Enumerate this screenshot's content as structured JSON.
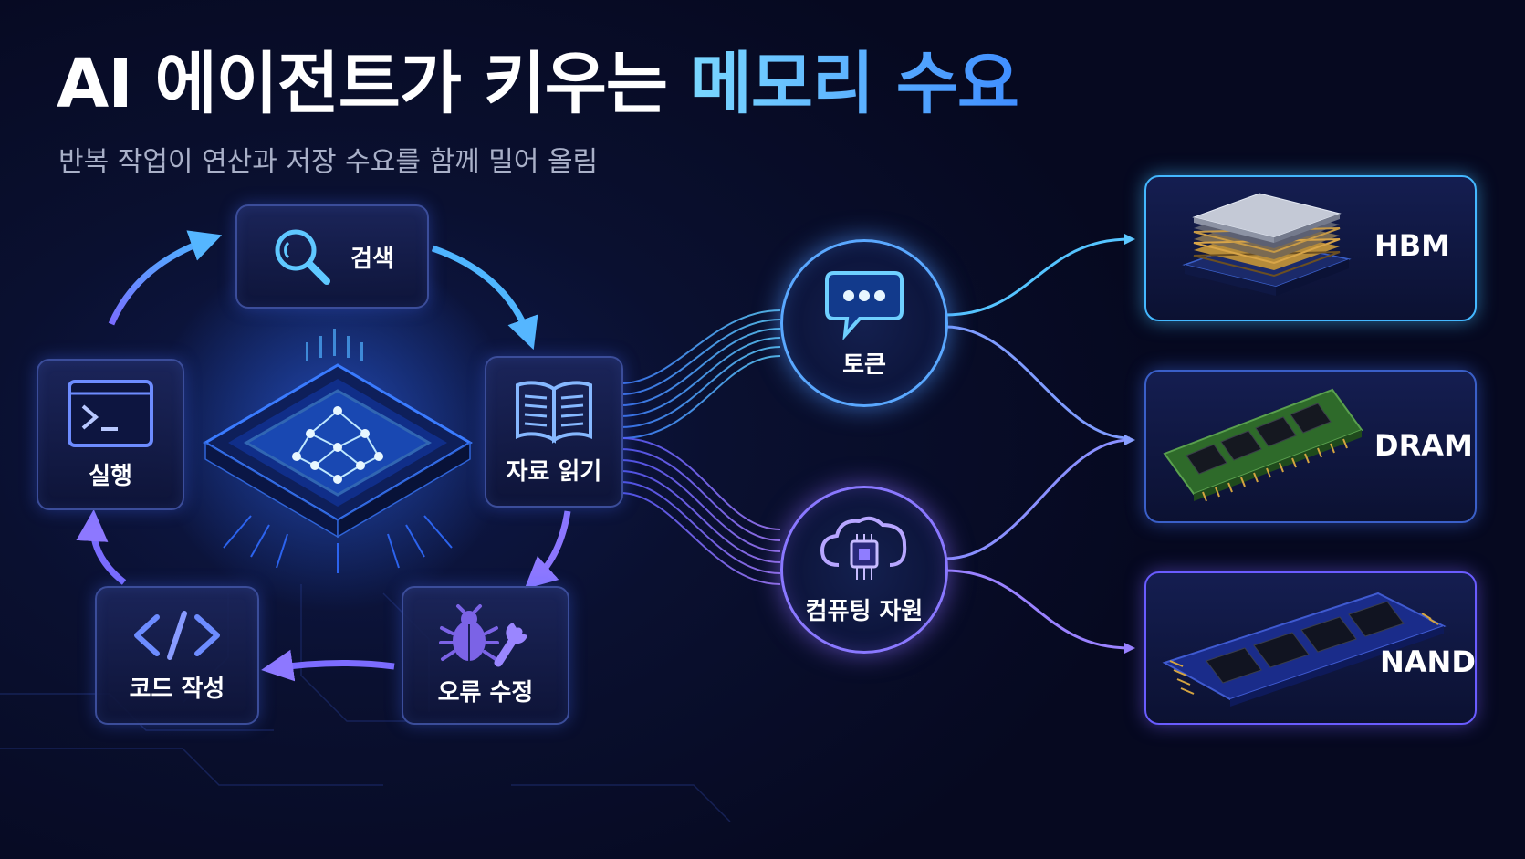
{
  "header": {
    "title_main": "AI 에이전트가 키우는",
    "title_highlight": "메모리 수요",
    "subtitle": "반복 작업이 연산과 저장 수요를 함께 밀어 올림"
  },
  "cycle": {
    "steps": [
      {
        "label": "검색",
        "icon": "search-icon"
      },
      {
        "label": "자료 읽기",
        "icon": "book-icon"
      },
      {
        "label": "오류 수정",
        "icon": "bug-wrench-icon"
      },
      {
        "label": "코드 작성",
        "icon": "code-icon"
      },
      {
        "label": "실행",
        "icon": "terminal-icon"
      }
    ],
    "center_icon": "ai-chip-icon"
  },
  "resources": [
    {
      "label": "토큰",
      "icon": "chat-bubble-icon"
    },
    {
      "label": "컴퓨팅 자원",
      "icon": "cloud-chip-icon"
    }
  ],
  "memory": [
    {
      "label": "HBM",
      "icon": "hbm-stack-icon"
    },
    {
      "label": "DRAM",
      "icon": "dram-module-icon"
    },
    {
      "label": "NAND",
      "icon": "nand-ssd-icon"
    }
  ],
  "colors": {
    "accent_cyan": "#4fc3ff",
    "accent_blue": "#3f8dff",
    "accent_violet": "#8a78ff",
    "background": "#070b22"
  }
}
